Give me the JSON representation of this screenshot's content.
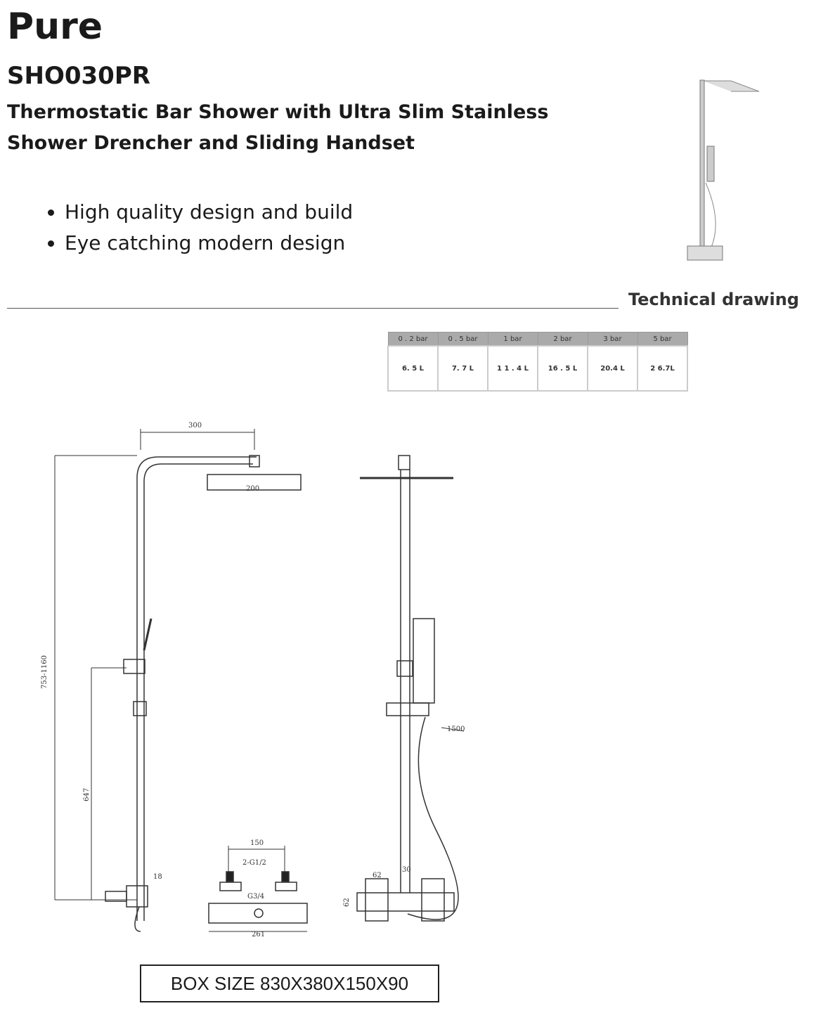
{
  "title": "Pure",
  "code": "SHO030PR",
  "subtitle": "Thermostatic Bar Shower with Ultra Slim Stainless Shower Drencher and Sliding Handset",
  "features": [
    "High quality design and build",
    "Eye catching modern design"
  ],
  "section_label": "Technical drawing",
  "flow_table": {
    "headers": [
      "0 . 2 bar",
      "0 . 5 bar",
      "1 bar",
      "2 bar",
      "3 bar",
      "5 bar"
    ],
    "values": [
      "6. 5 L",
      "7. 7 L",
      "1 1 . 4 L",
      "16 . 5 L",
      "20.4 L",
      "2 6.7L"
    ]
  },
  "dimensions": {
    "arm": "300",
    "head": "200",
    "height": "753-1160",
    "valve_height": "647",
    "bar": "18",
    "hose": "1500",
    "centres": "150",
    "inlet": "2-G1/2",
    "outlet": "G3/4",
    "width": "261",
    "depth": "62",
    "rail": "30",
    "valve_depth": "62"
  },
  "box_size": "BOX SIZE  830X380X150X90"
}
